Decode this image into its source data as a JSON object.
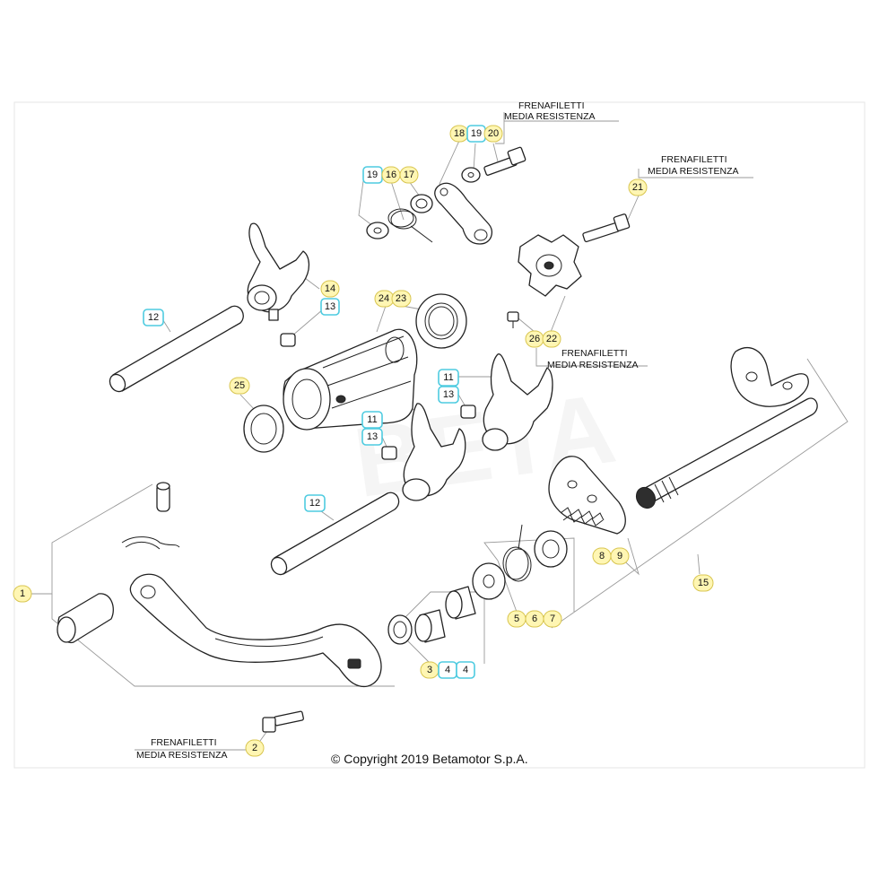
{
  "notes": {
    "top": [
      "FRENAFILETTI",
      "MEDIA RESISTENZA"
    ],
    "right": [
      "FRENAFILETTI",
      "MEDIA RESISTENZA"
    ],
    "middle": [
      "FRENAFILETTI",
      "MEDIA RESISTENZA"
    ],
    "bottom": [
      "FRENAFILETTI",
      "MEDIA RESISTENZA"
    ]
  },
  "labels": {
    "b18": "18",
    "b19a": "19",
    "b20": "20",
    "b19b": "19",
    "b16": "16",
    "b17": "17",
    "b21": "21",
    "b14": "14",
    "b13a": "13",
    "b12a": "12",
    "b24": "24",
    "b23": "23",
    "b26": "26",
    "b22": "22",
    "b11a": "11",
    "b13b": "13",
    "b25": "25",
    "b11b": "11",
    "b13c": "13",
    "b12b": "12",
    "b8": "8",
    "b9": "9",
    "b15": "15",
    "b1": "1",
    "b5": "5",
    "b6": "6",
    "b7": "7",
    "b3": "3",
    "b4a": "4",
    "b4b": "4",
    "b2": "2"
  },
  "copyright": "© Copyright 2019 Betamotor S.p.A.",
  "watermark": "BETA",
  "colors": {
    "badge_yellow": "#fff6b3",
    "badge_cyan_border": "#4ecbe0",
    "line": "#222222"
  }
}
